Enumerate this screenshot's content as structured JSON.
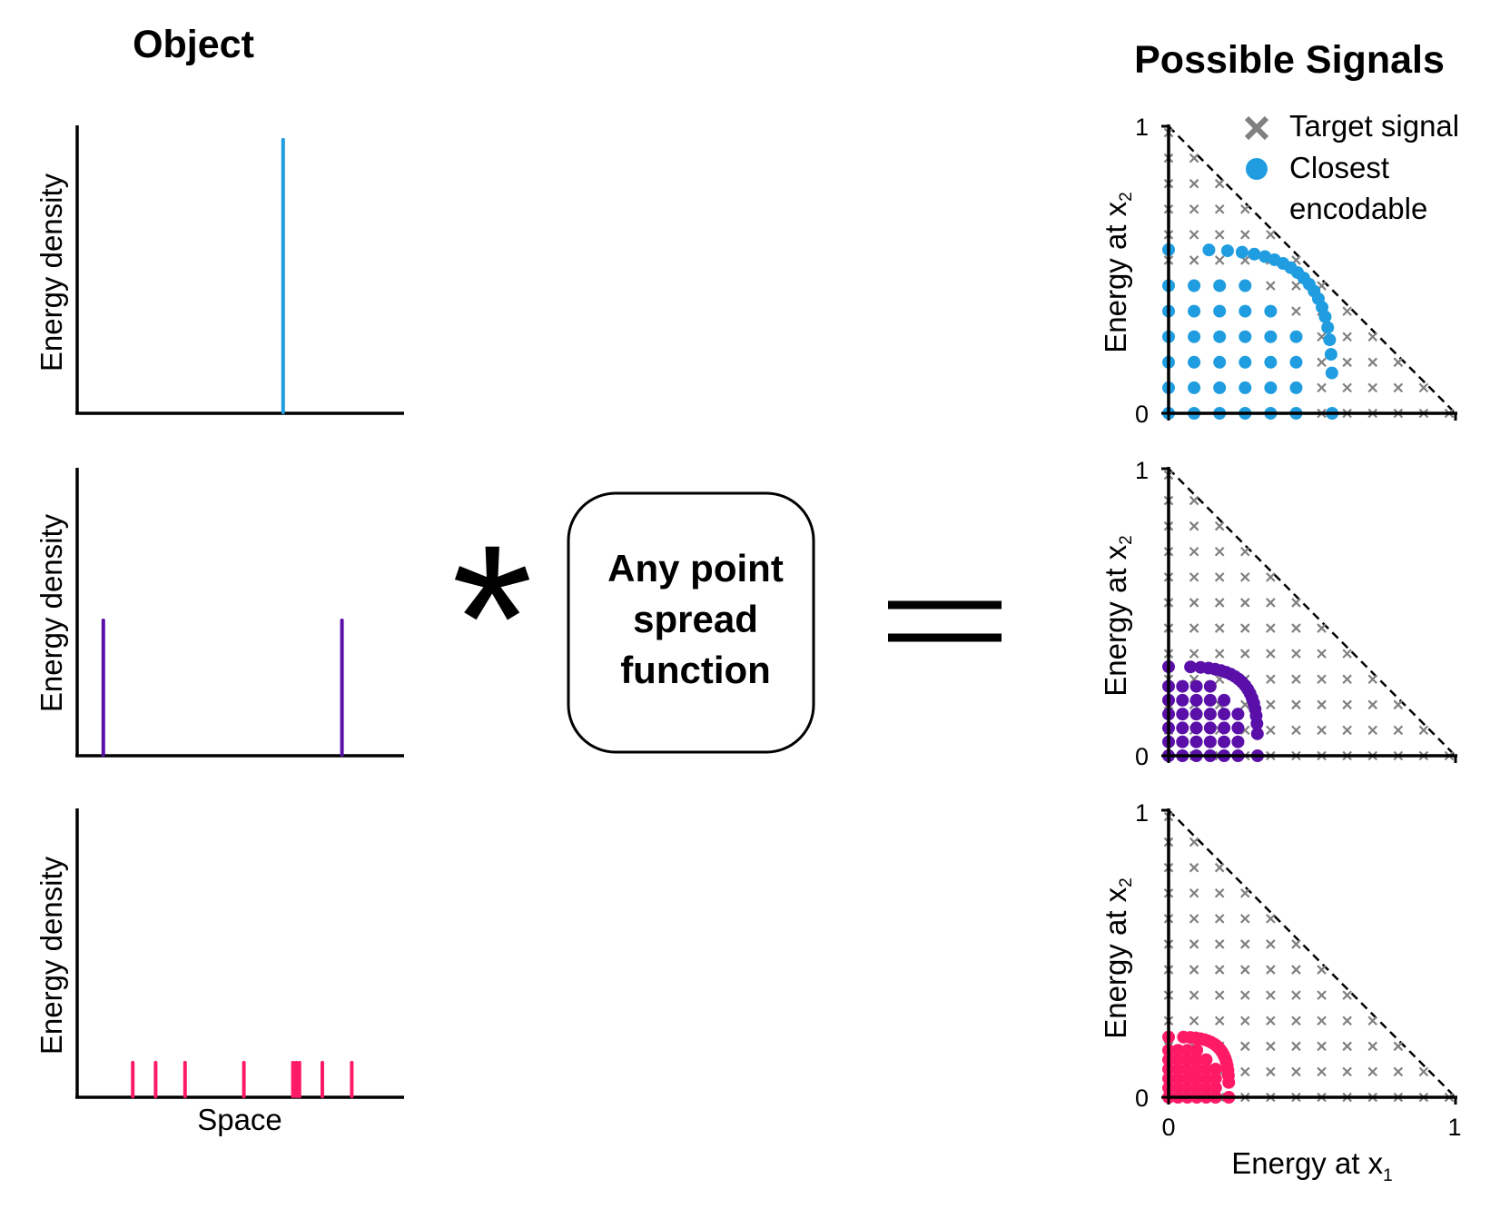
{
  "object_panel": {
    "title": "Object",
    "ylabel": "Energy density",
    "xlabel": "Space"
  },
  "signals_panel": {
    "title": "Possible Signals",
    "ylabel_main": "Energy at x",
    "ylabel_sub": "2",
    "xlabel_main": "Energy at x",
    "xlabel_sub": "1",
    "tick_0": "0",
    "tick_1": "1"
  },
  "legend": {
    "target": "Target signal",
    "closest_line1": "Closest",
    "closest_line2": "encodable"
  },
  "operator": {
    "convolve_symbol": "*",
    "psf_line1": "Any point",
    "psf_line2": "spread",
    "psf_line3": "function",
    "equals_symbol": "="
  },
  "colors": {
    "row1": "#1f9de0",
    "row2": "#5a0fa8",
    "row3": "#ff1a66",
    "target": "#808080",
    "axis": "#000000"
  },
  "chart_data": [
    {
      "type": "bar",
      "name": "object-row-1",
      "description_of_marks": "spikes",
      "spike_positions": [
        0.63
      ],
      "spike_heights": [
        0.95
      ],
      "ylim": [
        0,
        1
      ]
    },
    {
      "type": "bar",
      "name": "object-row-2",
      "spike_positions": [
        0.08,
        0.81
      ],
      "spike_heights": [
        0.47,
        0.47
      ],
      "ylim": [
        0,
        1
      ]
    },
    {
      "type": "bar",
      "name": "object-row-3",
      "spike_positions": [
        0.17,
        0.24,
        0.33,
        0.51,
        0.66,
        0.67,
        0.68,
        0.75,
        0.84
      ],
      "spike_heights": [
        0.12,
        0.12,
        0.12,
        0.12,
        0.12,
        0.12,
        0.12,
        0.12,
        0.12
      ],
      "ylim": [
        0,
        1
      ]
    },
    {
      "type": "scatter",
      "name": "signals-row-1",
      "xlim": [
        0,
        1
      ],
      "ylim": [
        0,
        1
      ],
      "target_grid_step": 0.0889,
      "closest_encodable_max": 0.57
    },
    {
      "type": "scatter",
      "name": "signals-row-2",
      "xlim": [
        0,
        1
      ],
      "ylim": [
        0,
        1
      ],
      "target_grid_step": 0.0889,
      "closest_encodable_max": 0.31
    },
    {
      "type": "scatter",
      "name": "signals-row-3",
      "xlim": [
        0,
        1
      ],
      "ylim": [
        0,
        1
      ],
      "target_grid_step": 0.0889,
      "closest_encodable_max": 0.21
    }
  ]
}
